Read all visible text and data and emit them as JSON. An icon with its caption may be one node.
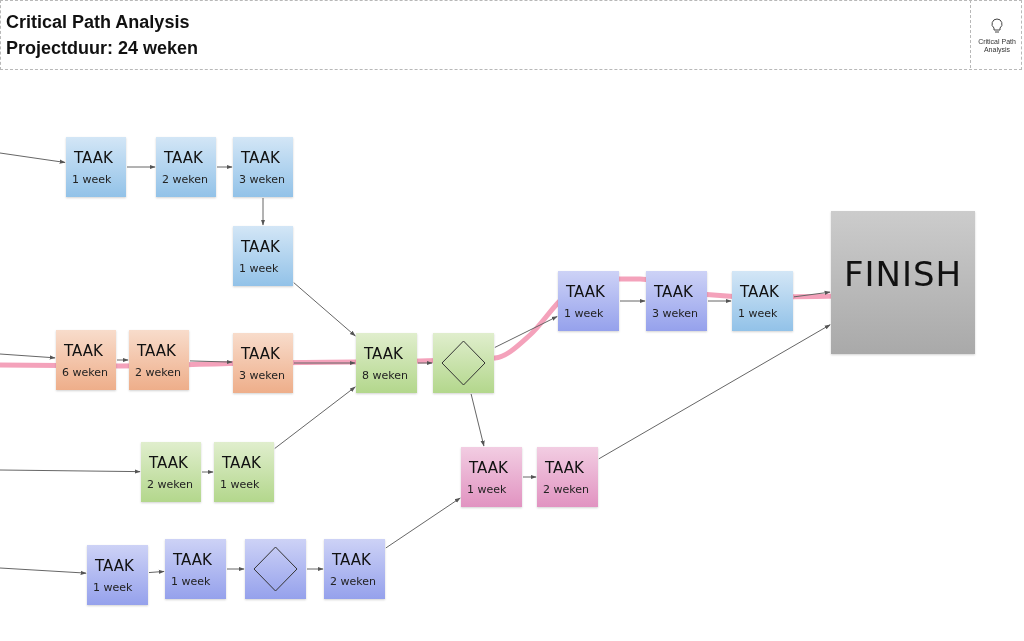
{
  "diagram": {
    "title": "Critical Path Analysis",
    "nodes": [
      {
        "text": [
          "TAAK",
          "1 week"
        ]
      },
      {
        "text": [
          "TAAK",
          "2 weken"
        ]
      },
      {
        "text": [
          "TAAK",
          "3 weken"
        ]
      },
      {
        "text": [
          "TAAK",
          "1 week"
        ]
      },
      {
        "text": [
          "TAAK",
          "6 weken"
        ]
      },
      {
        "text": [
          "TAAK",
          "2 weken"
        ]
      },
      {
        "text": [
          "TAAK",
          "3 weken"
        ]
      },
      {
        "text": [
          "TAAK",
          "8 weken"
        ]
      },
      {
        "text": [],
        "shape": "diamond"
      },
      {
        "text": [
          "TAAK",
          "1 week"
        ]
      },
      {
        "text": [
          "TAAK",
          "3 weken"
        ]
      },
      {
        "text": [
          "TAAK",
          "1 week"
        ]
      },
      {
        "text": [
          "FINISH"
        ]
      },
      {
        "text": [
          "TAAK",
          "2 weken"
        ]
      },
      {
        "text": [
          "TAAK",
          "1 week"
        ]
      },
      {
        "text": [
          "TAAK",
          "1 week"
        ]
      },
      {
        "text": [
          "TAAK",
          "2 weken"
        ]
      },
      {
        "text": [
          "TAAK",
          "1 week"
        ]
      },
      {
        "text": [
          "TAAK",
          "1 week"
        ]
      },
      {
        "text": [],
        "shape": "diamond"
      },
      {
        "text": [
          "TAAK",
          "2 weken"
        ]
      }
    ],
    "edges": [
      {
        "from": null,
        "to": 0,
        "arrow": "to"
      },
      {
        "from": 0,
        "to": 1,
        "arrow": "to"
      },
      {
        "from": 1,
        "to": 2,
        "arrow": "to"
      },
      {
        "from": 2,
        "to": 3,
        "arrow": "to"
      },
      {
        "from": 3,
        "to": 7,
        "arrow": "to"
      },
      {
        "from": null,
        "to": 4,
        "arrow": "to"
      },
      {
        "from": 4,
        "to": 5,
        "arrow": "to"
      },
      {
        "from": 5,
        "to": 6,
        "arrow": "to"
      },
      {
        "from": 6,
        "to": 7,
        "arrow": "to"
      },
      {
        "from": 7,
        "to": 8,
        "arrow": "to"
      },
      {
        "from": 8,
        "to": 9,
        "arrow": "to"
      },
      {
        "from": 9,
        "to": 10,
        "arrow": "to"
      },
      {
        "from": 10,
        "to": 11,
        "arrow": "to"
      },
      {
        "from": 11,
        "to": 12,
        "arrow": "to"
      },
      {
        "from": null,
        "to": 13,
        "arrow": "to"
      },
      {
        "from": 13,
        "to": 14,
        "arrow": "to"
      },
      {
        "from": 14,
        "to": 7,
        "arrow": "to"
      },
      {
        "from": 8,
        "to": 15,
        "arrow": "to"
      },
      {
        "from": 15,
        "to": 16,
        "arrow": "to"
      },
      {
        "from": 16,
        "to": 12,
        "arrow": "to"
      },
      {
        "from": null,
        "to": 17,
        "arrow": "to"
      },
      {
        "from": 17,
        "to": 18,
        "arrow": "to"
      },
      {
        "from": 18,
        "to": 19,
        "arrow": "to"
      },
      {
        "from": 19,
        "to": 20,
        "arrow": "to"
      },
      {
        "from": 20,
        "to": 15,
        "arrow": "to"
      }
    ],
    "labels": [
      "Projectduur: 24 weken",
      "Critical Path Analysis"
    ]
  }
}
